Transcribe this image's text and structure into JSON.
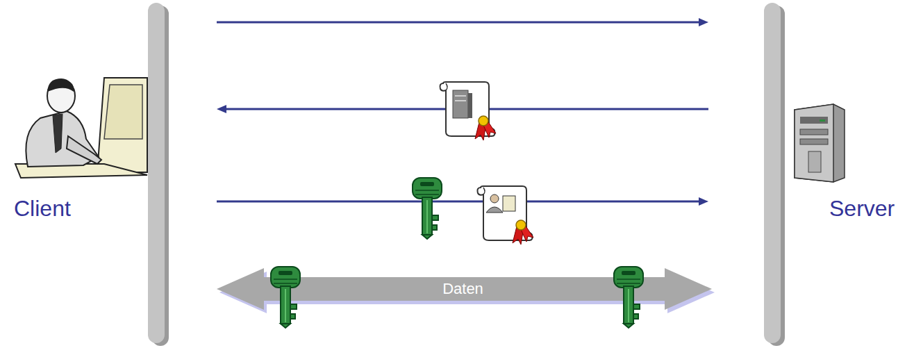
{
  "diagram": {
    "nodes": [
      {
        "text": [
          "Client"
        ]
      },
      {
        "text": [
          "Server"
        ]
      }
    ],
    "edges": [
      {
        "from": 0,
        "to": 1,
        "arrow": "to"
      },
      {
        "from": 1,
        "to": 0,
        "arrow": "to"
      },
      {
        "from": 0,
        "to": 1,
        "arrow": "to"
      },
      {
        "from": 0,
        "to": 1,
        "label": "Daten",
        "arrow": "both"
      }
    ]
  }
}
